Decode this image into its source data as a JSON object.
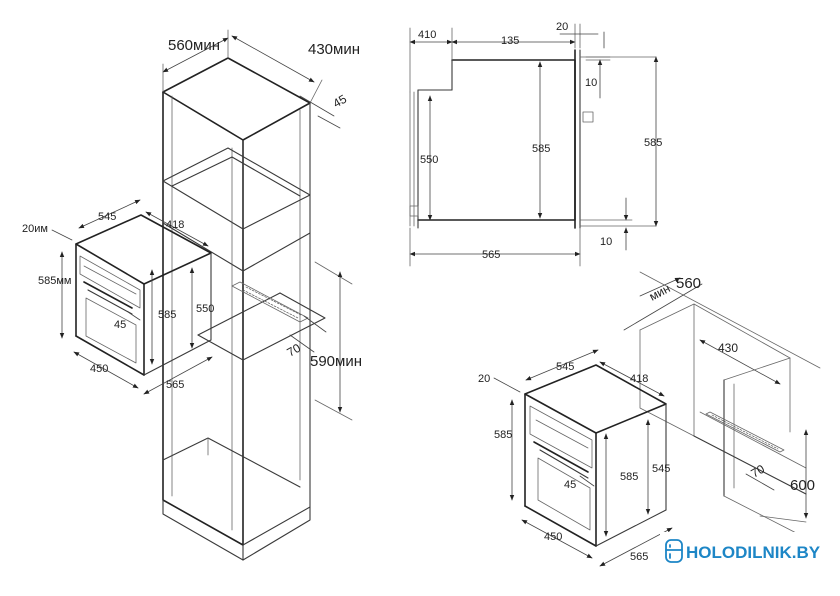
{
  "cabinet": {
    "width_label": "560мин",
    "depth_label": "430мин",
    "back_gap_label": "45",
    "niche_height_label": "590мин",
    "vent_label": "70"
  },
  "oven_left": {
    "depth_front_label": "20им",
    "width_label": "545",
    "depth_label": "418",
    "height_label": "585мм",
    "door_label": "45",
    "inner_height_label": "585",
    "body_height_label": "550",
    "bottom_width_label": "450",
    "bottom_depth_label": "565"
  },
  "side_view": {
    "front_label": "410",
    "mid_label": "135",
    "lip_label": "20",
    "top_gap_label": "10",
    "body_label": "550",
    "inner_label": "585",
    "outer_label": "585",
    "bottom_gap_label": "10",
    "total_depth_label": "565"
  },
  "corner_niche": {
    "min_label": "мин",
    "width_label": "560",
    "depth_label": "430",
    "vent_label": "70",
    "height_label": "600"
  },
  "oven_right": {
    "depth_front_label": "20",
    "width_label": "545",
    "depth_label": "418",
    "height_label": "585",
    "door_label": "45",
    "inner_height_label": "585",
    "body_height_label": "545",
    "bottom_width_label": "450",
    "bottom_depth_label": "565"
  },
  "brand": {
    "logo_text": "HOLODILNIK.BY",
    "color": "#1d86c6"
  }
}
